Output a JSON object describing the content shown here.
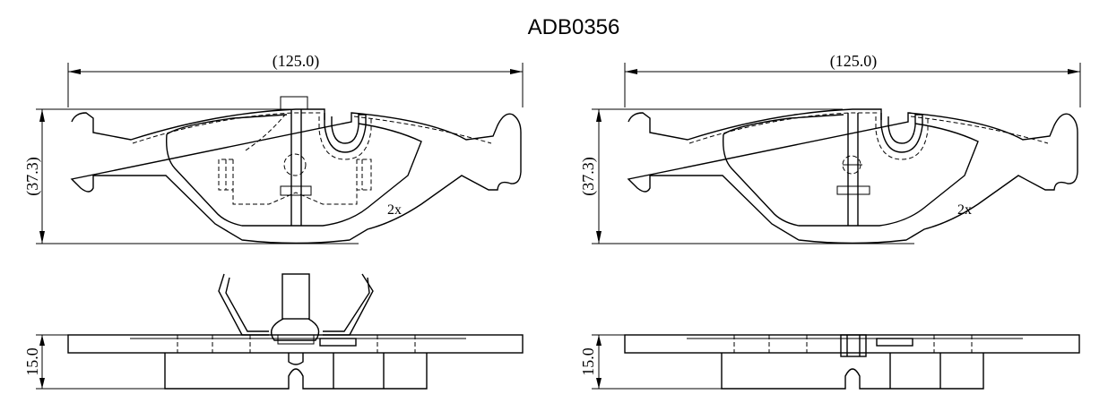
{
  "part_number": "ADB0356",
  "views": [
    {
      "width_label": "(125.0)",
      "height_label": "(37.3)",
      "quantity_label": "2x",
      "thickness_label": "15.0"
    },
    {
      "width_label": "(125.0)",
      "height_label": "(37.3)",
      "quantity_label": "2x",
      "thickness_label": "15.0"
    }
  ]
}
